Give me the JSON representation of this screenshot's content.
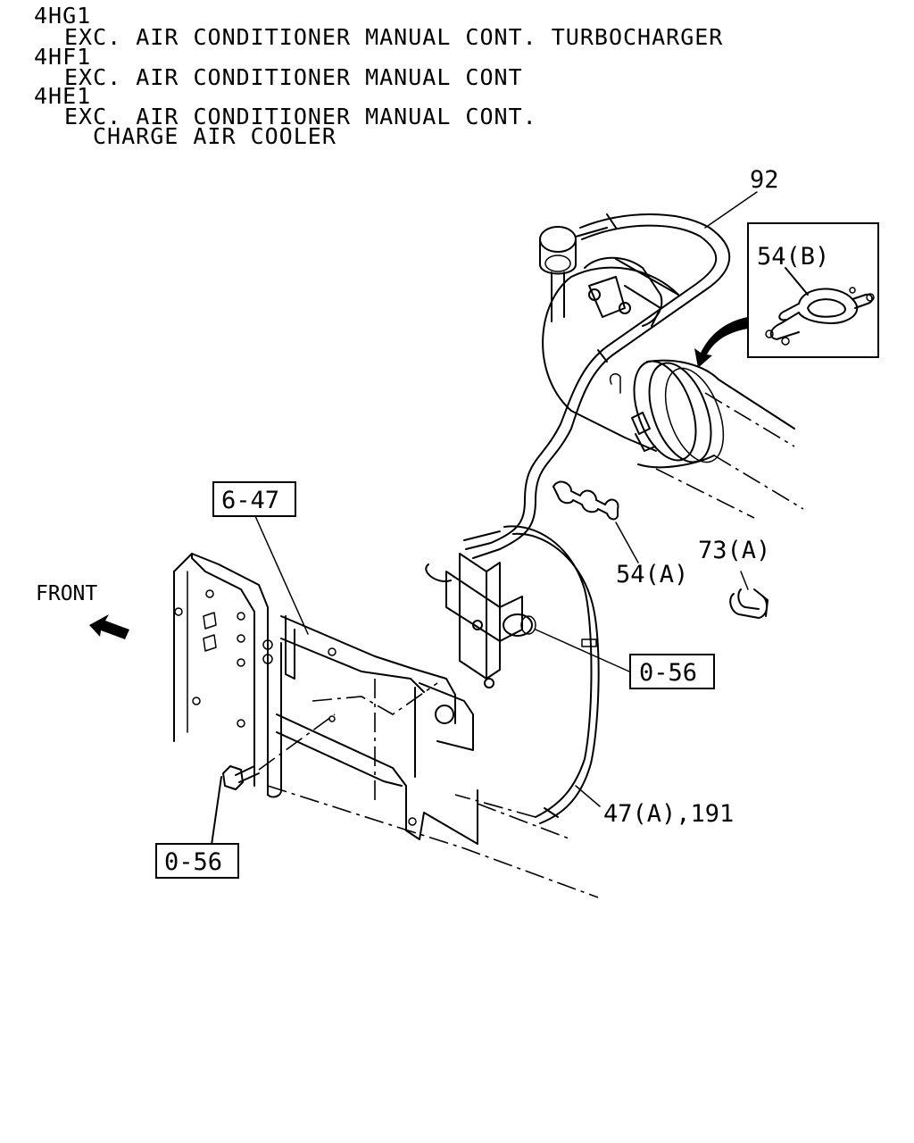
{
  "header": {
    "lines": [
      "4HG1",
      "EXC. AIR CONDITIONER MANUAL CONT. TURBOCHARGER",
      "4HF1",
      "EXC. AIR CONDITIONER MANUAL CONT",
      "4HE1",
      "EXC. AIR CONDITIONER MANUAL CONT.",
      "CHARGE AIR COOLER"
    ]
  },
  "labels": {
    "part_92": "92",
    "part_54b": "54(B)",
    "part_6_47": "6-47",
    "part_54a": "54(A)",
    "part_73a": "73(A)",
    "front": "FRONT",
    "part_0_56_right": "0-56",
    "part_47a_191": "47(A),191",
    "part_0_56_left": "0-56"
  },
  "icons": {
    "front_arrow": "arrow-icon",
    "clip_detail": "clip-icon"
  }
}
